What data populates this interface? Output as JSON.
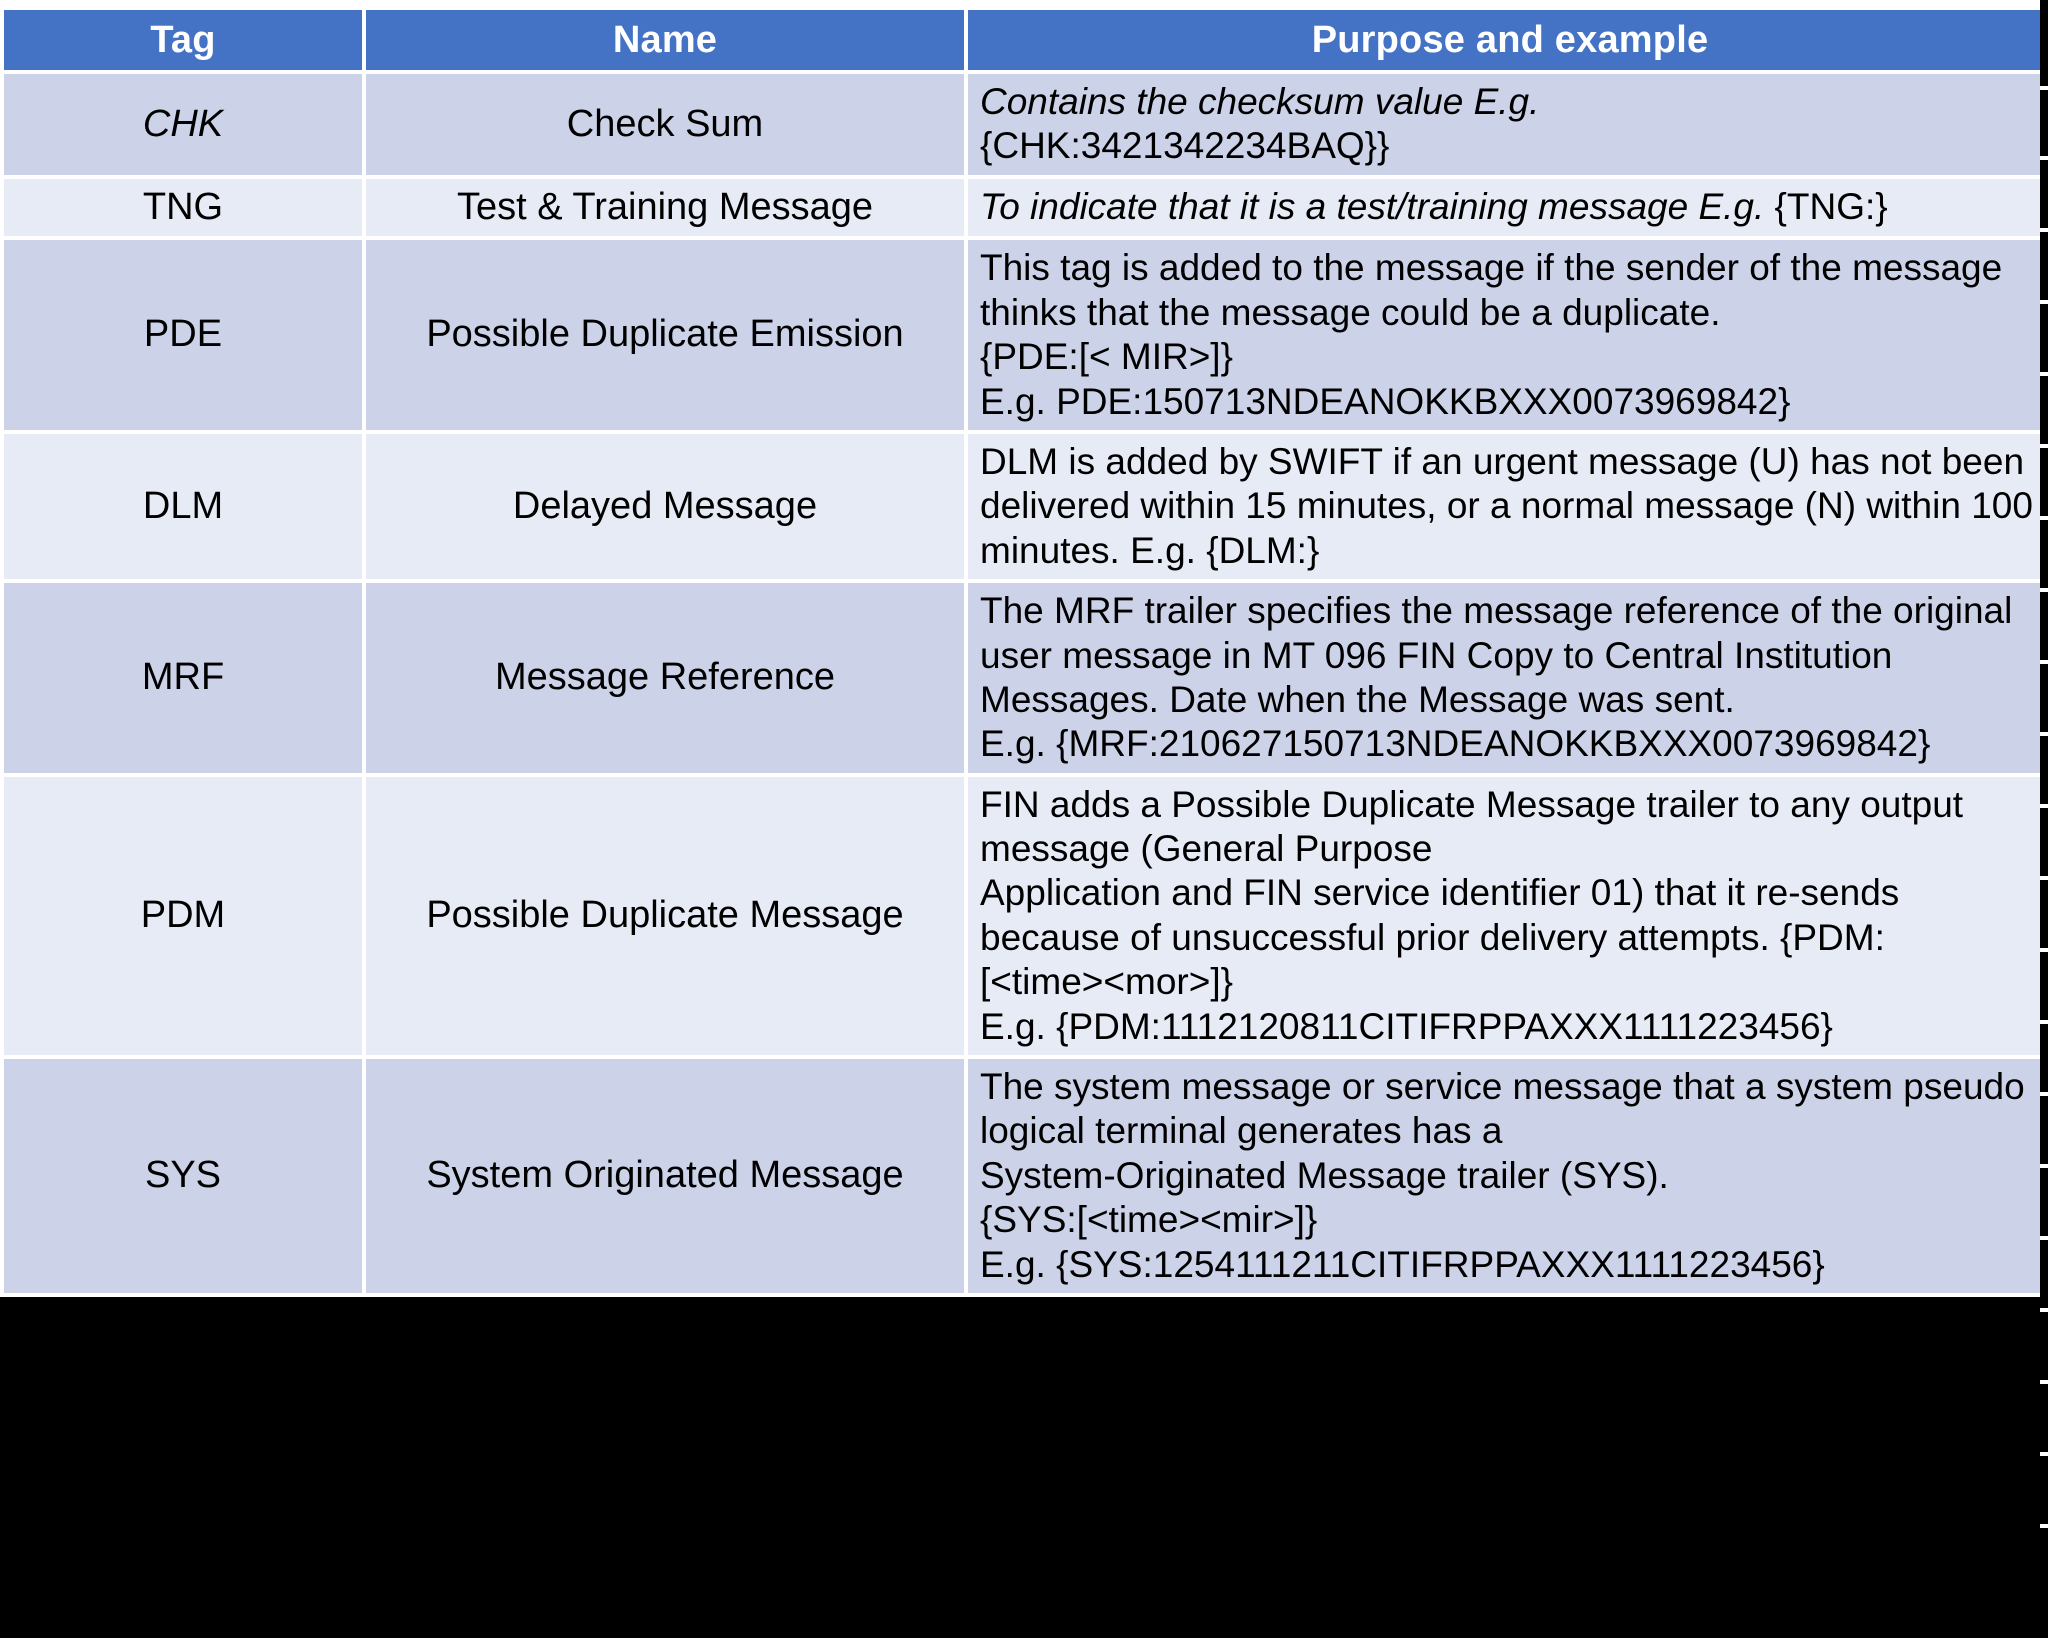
{
  "table": {
    "headers": [
      "Tag",
      "Name",
      "Purpose and example"
    ],
    "rows": [
      {
        "tag": "CHK",
        "tag_italic": true,
        "name": "Check Sum",
        "purpose_italic": "Contains the checksum value E.g.",
        "purpose_rest": "\n{CHK:3421342234BAQ}}",
        "shade": "a"
      },
      {
        "tag": "TNG",
        "tag_italic": false,
        "name": "Test & Training Message",
        "purpose_italic": "To indicate that it is a test/training message E.g.",
        "purpose_rest": " {TNG:}",
        "shade": "b"
      },
      {
        "tag": "PDE",
        "tag_italic": false,
        "name": "Possible Duplicate Emission",
        "purpose_italic": "",
        "purpose_rest": "This tag is added to the message if the sender of the message thinks that the message could be a duplicate.\n{PDE:[< MIR>]}\nE.g. PDE:150713NDEANOKKBXXX0073969842}",
        "shade": "a"
      },
      {
        "tag": "DLM",
        "tag_italic": false,
        "name": "Delayed Message",
        "purpose_italic": "",
        "purpose_rest": "DLM is added by SWIFT if an urgent message (U) has not been delivered within 15 minutes, or a normal message (N) within 100 minutes. E.g. {DLM:}",
        "shade": "b"
      },
      {
        "tag": "MRF",
        "tag_italic": false,
        "name": "Message Reference",
        "purpose_italic": "",
        "purpose_rest": "The MRF trailer specifies the message reference of the original user message in MT 096 FIN Copy to Central Institution Messages. Date when the Message was sent.\nE.g. {MRF:210627150713NDEANOKKBXXX0073969842}",
        "shade": "a"
      },
      {
        "tag": "PDM",
        "tag_italic": false,
        "name": "Possible Duplicate Message",
        "purpose_italic": "",
        "purpose_rest": "FIN adds a Possible Duplicate Message trailer to any output message (General Purpose\nApplication and FIN service identifier 01) that it re-sends because of unsuccessful prior delivery attempts. {PDM:\n[<time><mor>]}\nE.g. {PDM:1112120811CITIFRPPAXXX1111223456}",
        "shade": "b"
      },
      {
        "tag": "SYS",
        "tag_italic": false,
        "name": "System Originated Message",
        "purpose_italic": "",
        "purpose_rest": "The system message or service message that a system pseudo logical terminal generates has a\nSystem-Originated Message trailer (SYS).\n{SYS:[<time><mir>]}\nE.g. {SYS:1254111211CITIFRPPAXXX1111223456}",
        "shade": "a"
      }
    ]
  },
  "colors": {
    "header_bg": "#4472C4",
    "header_text": "#FFFFFF",
    "row_shade_a": "#CCD2E8",
    "row_shade_b": "#E7EBF5",
    "body_text": "#000000",
    "page_edge": "#000000"
  }
}
